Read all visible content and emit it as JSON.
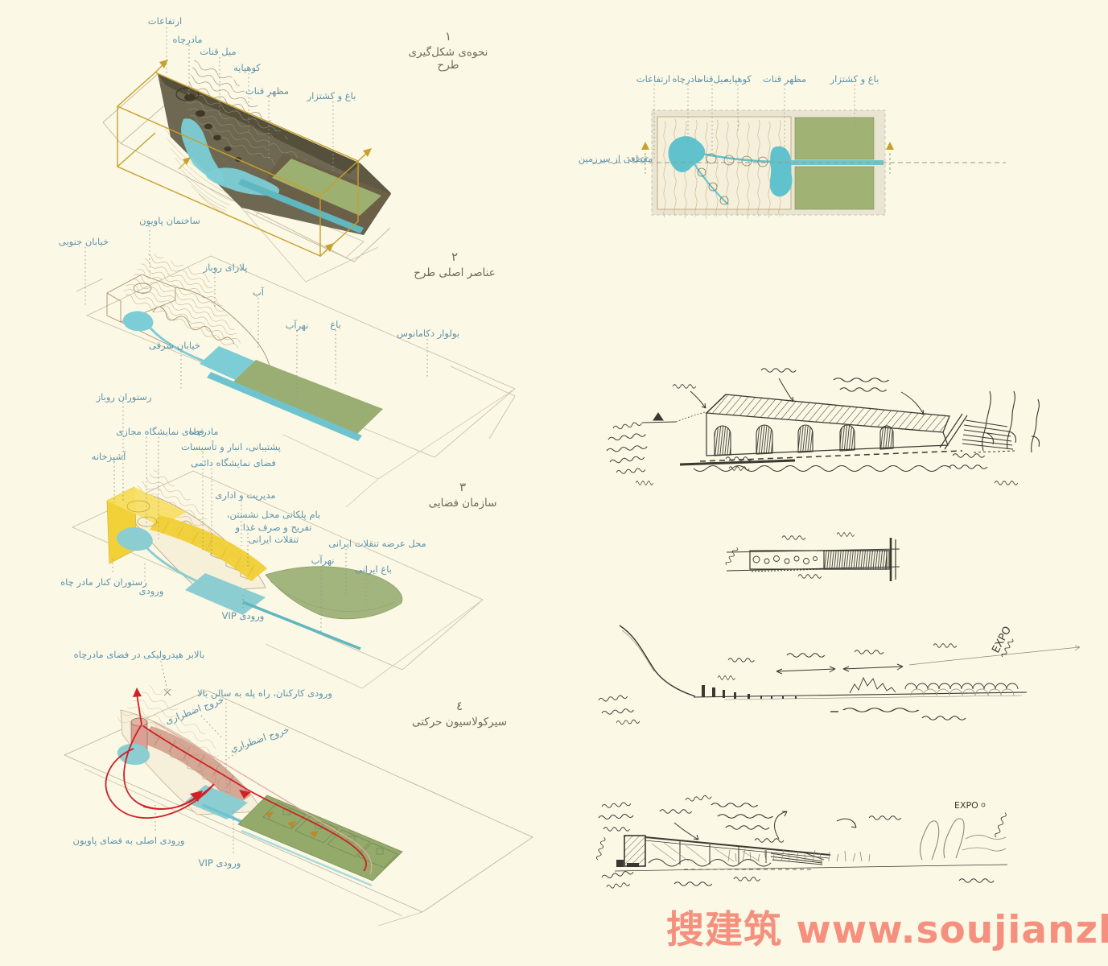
{
  "board": {
    "background": "#fbf8e5"
  },
  "watermark": {
    "text": "搜建筑 www.soujianzhu.cn",
    "color": "#f5907f"
  },
  "diagram1": {
    "number": "۱",
    "title": "نحوه‌ی شکل‌گیری طرح",
    "labels": [
      "ارتفاعات",
      "مادرچاه",
      "میل قنات",
      "کوهپایه",
      "مظهر قنات",
      "باغ و کشتزار"
    ]
  },
  "diagram2": {
    "number": "۲",
    "title": "عناصر اصلی طرح",
    "labels": [
      "خیابان جنوبی",
      "ساختمان پاویون",
      "پلازای روباز",
      "آب",
      "نهرآب",
      "باغ",
      "بولوار دکامانوس",
      "خیابان شرقی"
    ]
  },
  "diagram3": {
    "number": "۳",
    "title": "سازمان فضایی",
    "labels": [
      "رستوران روباز",
      "فضای نمایشگاه مجازی",
      "مادرچاه",
      "پشتیبانی، انبار و تأسیسات",
      "فضای نمایشگاه دائمی",
      "آشپزخانه",
      "مدیریت و اداری",
      "بام پلکانی محل نشستن، تفریح و صرف غذا و تنقلات ایرانی",
      "محل عرضه تنقلات ایرانی",
      "نهرآب",
      "باغ ایرانی",
      "رستوران کنار مادر چاه",
      "ورودی",
      "ورودی VIP",
      "بالابر هیدرولیکی در فضای مادرچاه"
    ]
  },
  "diagram4": {
    "number": "٤",
    "title": "سیرکولاسیون حرکتی",
    "labels": [
      "ورودی کارکنان، راه پله به سالن بالا",
      "خروج اضطراری",
      "خروج اضطراری",
      "ورودی اصلی به فضای پاویون",
      "ورودی VIP"
    ]
  },
  "plan": {
    "section_label": "مقطعی از سرزمین",
    "labels": [
      "ارتفاعات",
      "مادرچاه",
      "میل‌قنات",
      "کوهپایه",
      "مظهر قنات",
      "باغ و کشتزار"
    ]
  },
  "sketches": {
    "expo_label_1": "EXPO",
    "expo_label_2": "EXPO"
  },
  "colors": {
    "gold": "#c8a02b",
    "water": "#7ccdd6",
    "green": "#9aad72",
    "yellow": "#f2d138",
    "red": "#cf2127",
    "label_blue": "#5e93ac",
    "title_olive": "#6f6d55",
    "ink": "#3a3831",
    "watermark_salmon": "#f5907f"
  }
}
